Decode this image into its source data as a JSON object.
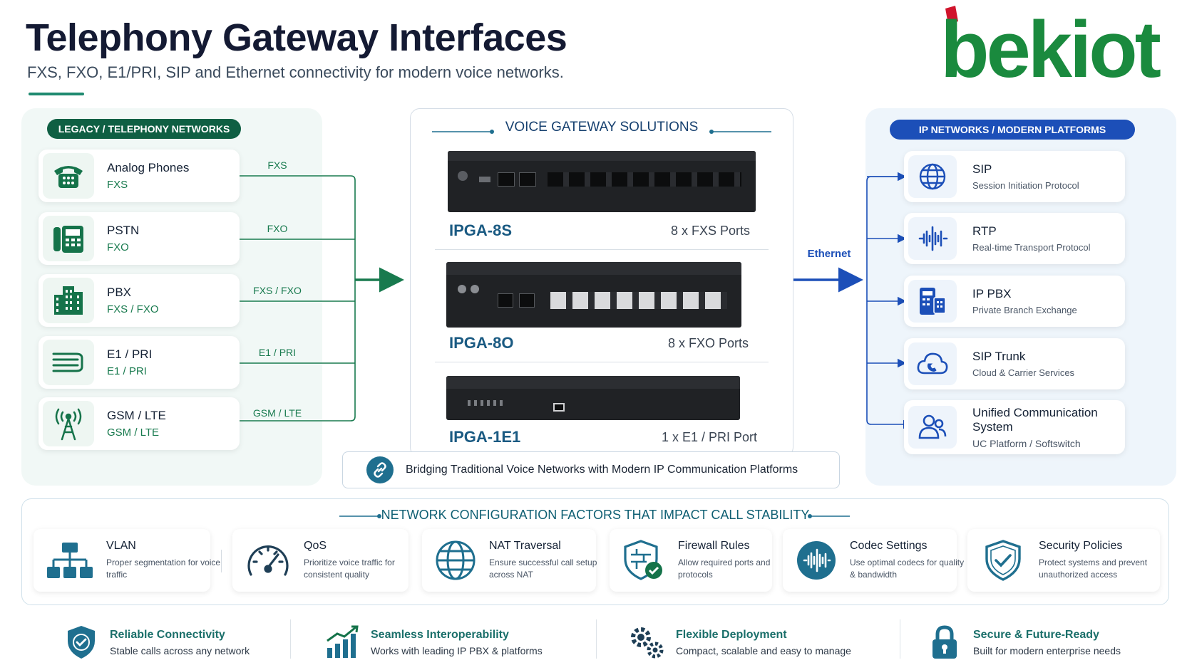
{
  "header": {
    "title": "Telephony Gateway Interfaces",
    "subtitle": "FXS, FXO, E1/PRI, SIP and Ethernet connectivity for modern voice networks.",
    "logo_text": "bekiot"
  },
  "left_panel": {
    "heading": "LEGACY / TELEPHONY NETWORKS",
    "items": [
      {
        "name": "Analog Phones",
        "interface": "FXS",
        "link_label": "FXS",
        "icon": "telephone-icon"
      },
      {
        "name": "PSTN",
        "interface": "FXO",
        "link_label": "FXO",
        "icon": "desk-phone-icon"
      },
      {
        "name": "PBX",
        "interface": "FXS / FXO",
        "link_label": "FXS / FXO",
        "icon": "building-icon"
      },
      {
        "name": "E1 / PRI",
        "interface": "E1 / PRI",
        "link_label": "E1 / PRI",
        "icon": "trunk-cable-icon"
      },
      {
        "name": "GSM / LTE",
        "interface": "GSM / LTE",
        "link_label": "GSM / LTE",
        "icon": "cell-tower-icon"
      }
    ]
  },
  "middle_panel": {
    "heading": "VOICE GATEWAY SOLUTIONS",
    "devices": [
      {
        "model": "IPGA-8S",
        "ports": "8 x FXS Ports"
      },
      {
        "model": "IPGA-8O",
        "ports": "8 x FXO Ports"
      },
      {
        "model": "IPGA-1E1",
        "ports": "1 x E1 / PRI Port"
      }
    ],
    "bridge_text": "Bridging Traditional Voice Networks with Modern IP Communication Platforms"
  },
  "link": {
    "ethernet_label": "Ethernet"
  },
  "right_panel": {
    "heading": "IP NETWORKS / MODERN PLATFORMS",
    "items": [
      {
        "name": "SIP",
        "desc": "Session Initiation Protocol",
        "icon": "globe-icon"
      },
      {
        "name": "RTP",
        "desc": "Real-time Transport Protocol",
        "icon": "waveform-icon"
      },
      {
        "name": "IP PBX",
        "desc": "Private Branch Exchange",
        "icon": "ip-pbx-icon"
      },
      {
        "name": "SIP Trunk",
        "desc": "Cloud & Carrier Services",
        "icon": "cloud-phone-icon"
      },
      {
        "name": "Unified Communication System",
        "desc": "UC Platform / Softswitch",
        "icon": "users-icon"
      }
    ]
  },
  "config": {
    "heading": "NETWORK CONFIGURATION FACTORS THAT IMPACT CALL STABILITY",
    "factors": [
      {
        "name": "VLAN",
        "desc": "Proper segmentation for voice traffic",
        "icon": "network-tree-icon"
      },
      {
        "name": "QoS",
        "desc": "Prioritize voice traffic for consistent quality",
        "icon": "speedometer-icon"
      },
      {
        "name": "NAT Traversal",
        "desc": "Ensure successful call setup across NAT",
        "icon": "globe-icon"
      },
      {
        "name": "Firewall Rules",
        "desc": "Allow required ports and protocols",
        "icon": "firewall-shield-icon"
      },
      {
        "name": "Codec Settings",
        "desc": "Use optimal codecs for quality & bandwidth",
        "icon": "audio-wave-icon"
      },
      {
        "name": "Security Policies",
        "desc": "Protect systems and prevent unauthorized access",
        "icon": "shield-check-icon"
      }
    ]
  },
  "footer": [
    {
      "title": "Reliable Connectivity",
      "desc": "Stable calls across any network",
      "icon": "shield-check-icon"
    },
    {
      "title": "Seamless Interoperability",
      "desc": "Works with leading IP PBX & platforms",
      "icon": "bar-chart-icon"
    },
    {
      "title": "Flexible Deployment",
      "desc": "Compact, scalable and easy to manage",
      "icon": "gears-icon"
    },
    {
      "title": "Secure & Future-Ready",
      "desc": "Built for modern enterprise needs",
      "icon": "lock-icon"
    }
  ],
  "colors": {
    "green": "#0f5f43",
    "blue": "#1c4fb8",
    "teal": "#1f6f8f",
    "logo_red": "#d0142c"
  }
}
